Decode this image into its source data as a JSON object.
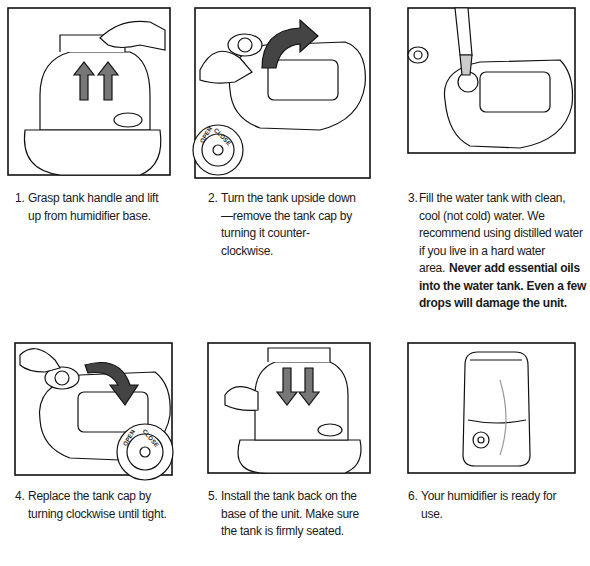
{
  "diagram": {
    "labels": [
      "1.",
      "Grasp tank handle and lift up from humidifier base.",
      "OPEN",
      "CLOSE",
      "2.",
      "Turn the tank upside down—remove the tank cap by turning it counter-clockwise.",
      "3.",
      "Fill the water tank with clean, cool (not cold) water. We recommend using distilled water if you live in a hard water area.",
      "Never add essential oils into the water tank. Even a few drops will damage the unit.",
      "OPEN",
      "CLOSE",
      "4.",
      "Replace the tank cap by turning clockwise until tight.",
      "5.",
      "Install the tank back on the base of the unit. Make sure the tank is firmly seated.",
      "6.",
      "Your humidifier is ready for use."
    ]
  }
}
